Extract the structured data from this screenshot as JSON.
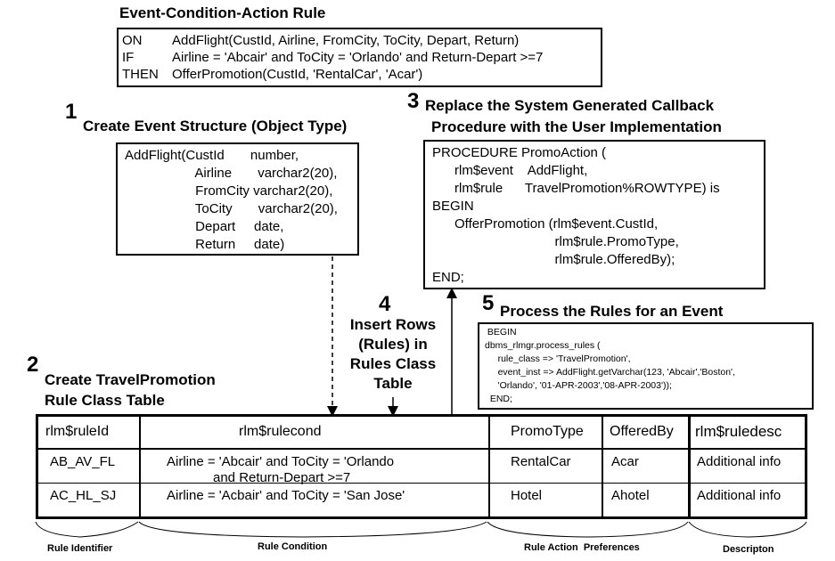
{
  "eca": {
    "title": "Event-Condition-Action Rule",
    "rows": [
      {
        "kw": "ON",
        "text": "AddFlight(CustId, Airline, FromCity, ToCity, Depart, Return)"
      },
      {
        "kw": "IF",
        "text": "Airline = 'Abcair' and ToCity = 'Orlando' and Return-Depart >=7"
      },
      {
        "kw": "THEN",
        "text": "OfferPromotion(CustId, 'RentalCar', 'Acar')"
      }
    ]
  },
  "step1": {
    "number": "1",
    "title": "Create  Event Structure (Object Type)",
    "lines": [
      "AddFlight(CustId       number,",
      "                   Airline       varchar2(20),",
      "                   FromCity varchar2(20),",
      "                   ToCity       varchar2(20),",
      "                   Depart     date,",
      "                   Return     date)"
    ]
  },
  "step2": {
    "number": "2",
    "title_line1": "Create TravelPromotion",
    "title_line2": "Rule Class Table"
  },
  "step3": {
    "number": "3",
    "title_line1": "Replace the System Generated Callback",
    "title_line2": "Procedure with the User Implementation",
    "lines": [
      "PROCEDURE PromoAction (",
      "      rlm$event    AddFlight,",
      "      rlm$rule      TravelPromotion%ROWTYPE) is",
      "BEGIN",
      "      OfferPromotion (rlm$event.CustId,",
      "                                 rlm$rule.PromoType,",
      "                                 rlm$rule.OfferedBy);",
      "END;"
    ]
  },
  "step4": {
    "number": "4",
    "lines": [
      "Insert Rows",
      "(Rules) in",
      "Rules Class",
      "Table"
    ]
  },
  "step5": {
    "number": "5",
    "title": "Process the Rules for an Event",
    "lines": [
      " BEGIN",
      "dbms_rlmgr.process_rules (",
      "     rule_class => 'TravelPromotion',",
      "     event_inst => AddFlight.getVarchar(123, 'Abcair','Boston',",
      "     'Orlando', '01-APR-2003','08-APR-2003'));",
      "  END;"
    ]
  },
  "table": {
    "headers": [
      "rlm$ruleId",
      "rlm$rulecond",
      "PromoType",
      "OfferedBy",
      "rlm$ruledesc"
    ],
    "rows": [
      {
        "id": "AB_AV_FL",
        "cond1": "Airline = 'Abcair' and ToCity = 'Orlando",
        "cond2": "and Return-Depart >=7",
        "promo": "RentalCar",
        "offered": "Acar",
        "desc": "Additional info"
      },
      {
        "id": "AC_HL_SJ",
        "cond1": "Airline = 'Acbair' and ToCity = 'San Jose'",
        "cond2": "",
        "promo": "Hotel",
        "offered": "Ahotel",
        "desc": "Additional info"
      }
    ]
  },
  "captions": {
    "rule_identifier": "Rule Identifier",
    "rule_condition": "Rule Condition",
    "rule_action": "Rule Action  Preferences",
    "description": "Descripton"
  }
}
